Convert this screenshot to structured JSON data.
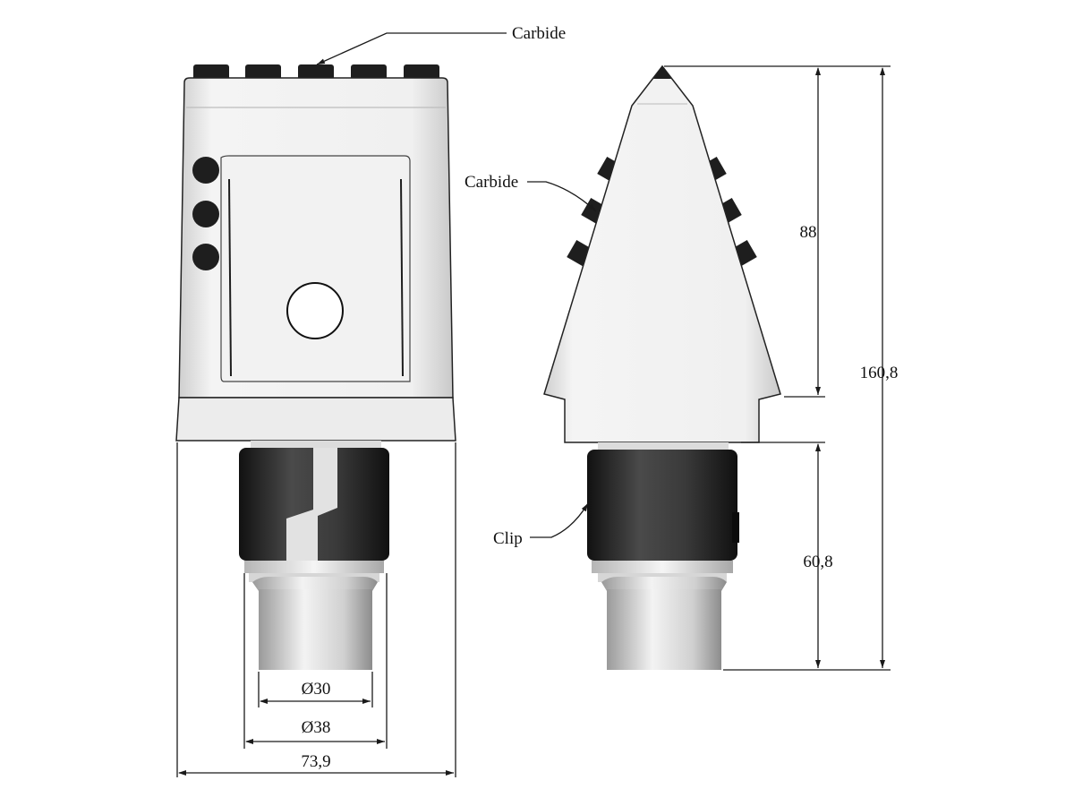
{
  "labels": {
    "carbide_top": "Carbide",
    "carbide_side": "Carbide",
    "clip": "Clip"
  },
  "dimensions": {
    "diameter_inner": "Ø30",
    "diameter_outer": "Ø38",
    "width_total": "73,9",
    "height_tip": "88",
    "height_total": "160,8",
    "height_shank": "60,8"
  },
  "colors": {
    "body": "#eeeeee",
    "body_shade": "#d9d9d9",
    "carbide": "#1e1e1e",
    "clip": "#2a2a2a",
    "shank": "#c8c8c8",
    "line": "#1a1a1a"
  }
}
